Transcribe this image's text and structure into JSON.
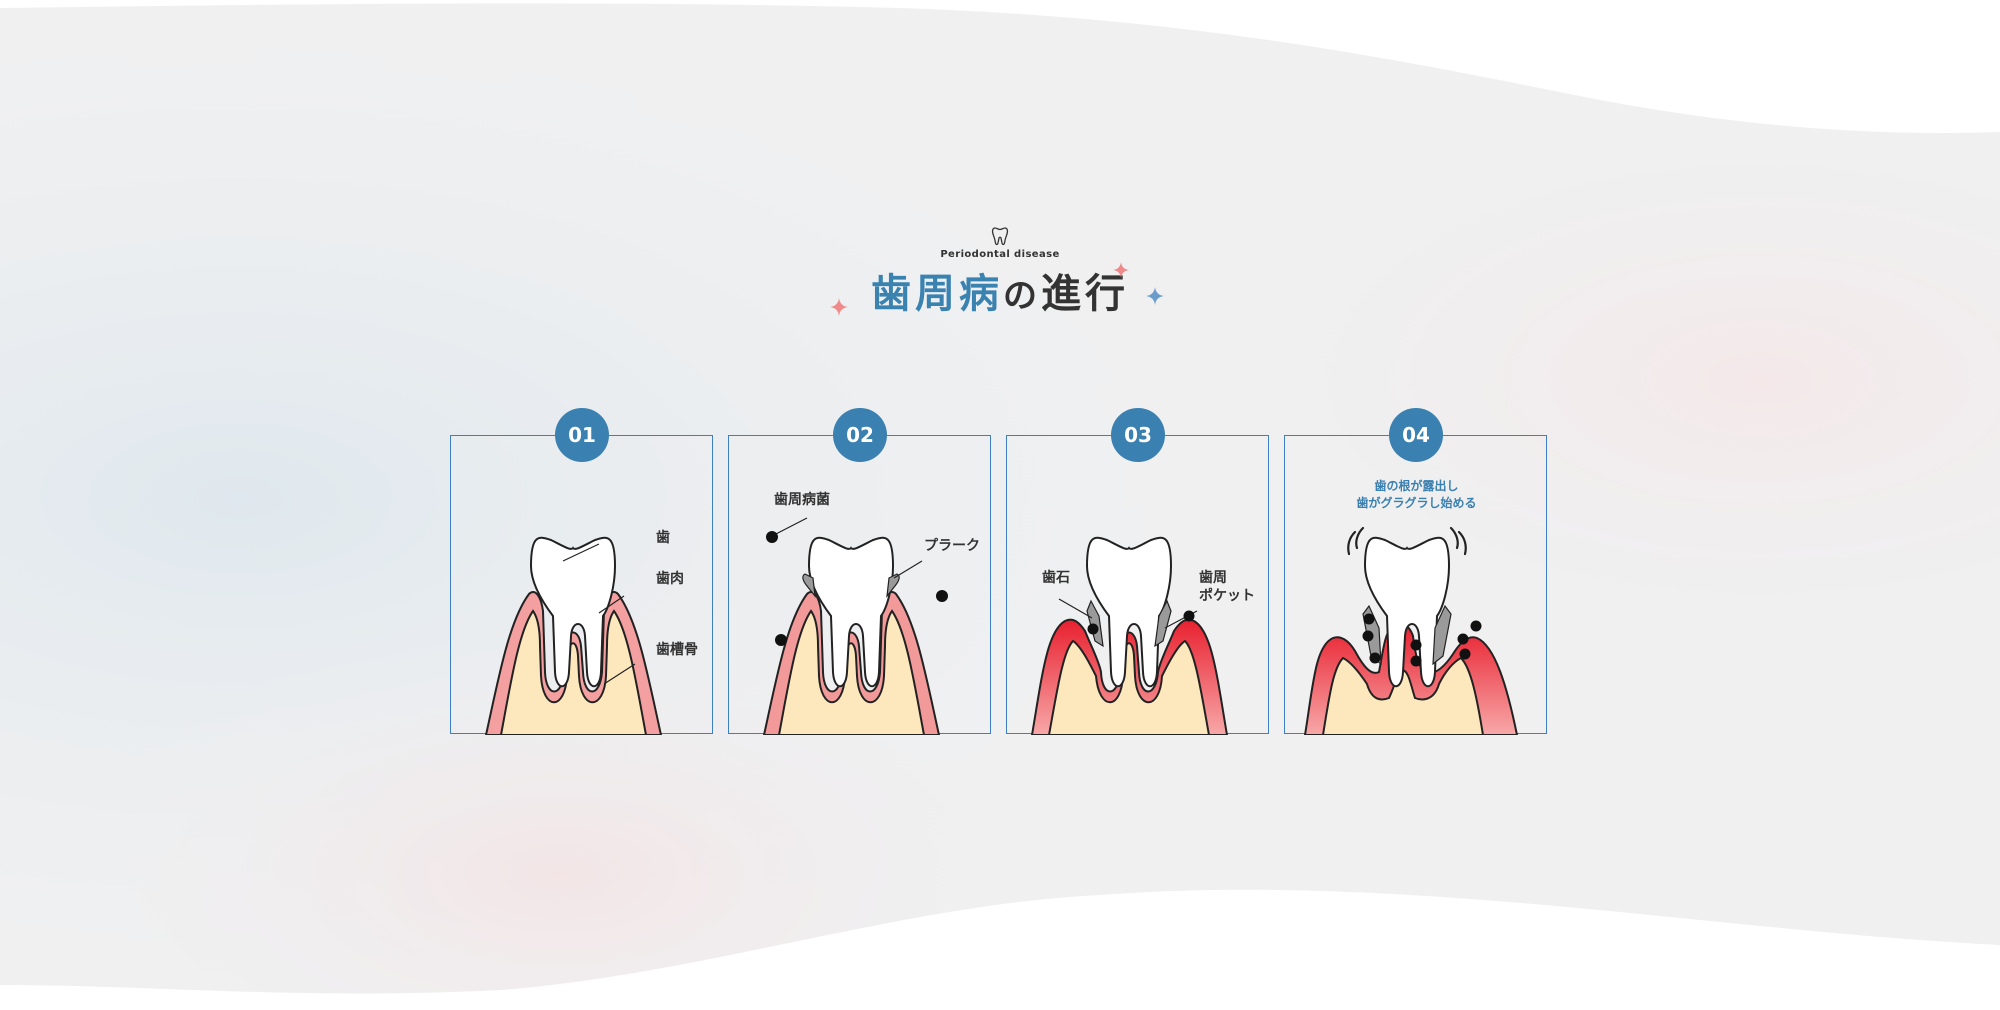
{
  "header": {
    "subtitle": "Periodontal disease",
    "title_part1": "歯周病",
    "title_part2": "の",
    "title_part3": "進行"
  },
  "stages": [
    {
      "number": "01",
      "labels": {
        "tooth": "歯",
        "gum": "歯肉",
        "bone": "歯槽骨"
      }
    },
    {
      "number": "02",
      "labels": {
        "bacteria": "歯周病菌",
        "plaque": "プラーク"
      }
    },
    {
      "number": "03",
      "labels": {
        "tartar": "歯石",
        "pocket_line1": "歯周",
        "pocket_line2": "ポケット"
      }
    },
    {
      "number": "04",
      "labels": {
        "caption_line1": "歯の根が露出し",
        "caption_line2": "歯がグラグラし始める"
      }
    }
  ],
  "colors": {
    "accent_blue": "#3a80b0",
    "sparkle_pink": "#f08a8a",
    "sparkle_blue": "#6a9ccc",
    "gum_pink": "#f5a0a0",
    "gum_red": "#e8202f",
    "bone_yellow": "#fde8bd",
    "card_border": "#3d7fc0"
  },
  "icons": [
    "tooth-icon",
    "sparkle-icon"
  ]
}
